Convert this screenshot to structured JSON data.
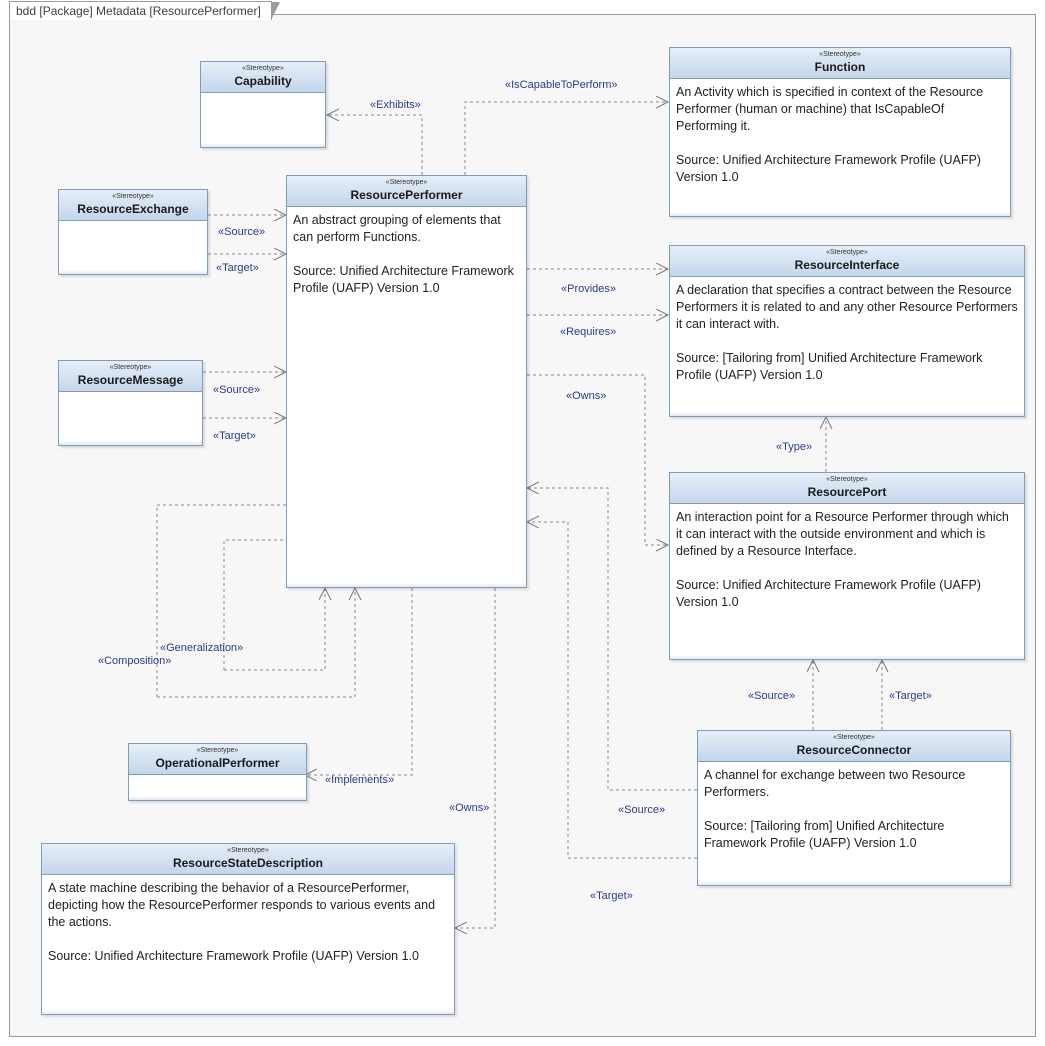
{
  "frame": {
    "title": "bdd [Package] Metadata [ResourcePerformer]"
  },
  "stereotype_keyword": "«Stereotype»",
  "blocks": {
    "capability": {
      "name": "Capability"
    },
    "function": {
      "name": "Function",
      "description": "An Activity which is specified in context of the Resource Performer (human or machine) that IsCapableOf Performing it.\n\nSource: Unified Architecture Framework Profile (UAFP) Version 1.0"
    },
    "resource_performer": {
      "name": "ResourcePerformer",
      "description": "An abstract grouping of elements that can perform Functions.\n\nSource: Unified Architecture Framework Profile (UAFP) Version 1.0"
    },
    "resource_exchange": {
      "name": "ResourceExchange"
    },
    "resource_message": {
      "name": "ResourceMessage"
    },
    "resource_interface": {
      "name": "ResourceInterface",
      "description": "A declaration that specifies a contract between the Resource Performers it is related to and any other Resource Performers it can interact with.\n\nSource: [Tailoring from] Unified Architecture Framework Profile (UAFP) Version 1.0"
    },
    "resource_port": {
      "name": "ResourcePort",
      "description": "An interaction point for a Resource Performer through which it can interact with the outside environment and which is defined by a Resource Interface.\n\nSource: Unified Architecture Framework Profile (UAFP) Version 1.0"
    },
    "operational_performer": {
      "name": "OperationalPerformer"
    },
    "resource_connector": {
      "name": "ResourceConnector",
      "description": "A channel for exchange between two Resource Performers.\n\nSource: [Tailoring from] Unified Architecture Framework Profile (UAFP) Version 1.0"
    },
    "resource_state_description": {
      "name": "ResourceStateDescription",
      "description": "A state machine describing the behavior of a ResourcePerformer, depicting how the ResourcePerformer responds to various events and the actions.\n\nSource: Unified Architecture Framework Profile (UAFP) Version 1.0"
    }
  },
  "relations": {
    "exhibits": "«Exhibits»",
    "is_capable_to_perform": "«IsCapableToPerform»",
    "exchange_source": "«Source»",
    "exchange_target": "«Target»",
    "provides": "«Provides»",
    "requires": "«Requires»",
    "owns_port": "«Owns»",
    "message_source": "«Source»",
    "message_target": "«Target»",
    "type": "«Type»",
    "generalization": "«Generalization»",
    "composition": "«Composition»",
    "implements": "«Implements»",
    "owns_state": "«Owns»",
    "port_source": "«Source»",
    "port_target": "«Target»",
    "connector_source": "«Source»",
    "connector_target": "«Target»"
  },
  "colors": {
    "header_top": "#e6eef8",
    "header_bottom": "#c4d6ec",
    "border": "#7f9db9",
    "label": "#2d3a8c",
    "line": "#8a8a8a"
  }
}
